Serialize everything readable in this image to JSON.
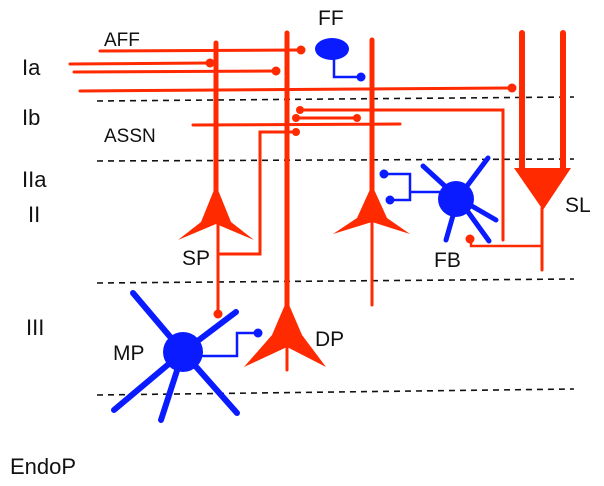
{
  "layers": {
    "ia": "Ia",
    "ib": "Ib",
    "iia": "IIa",
    "ii": "II",
    "iii": "III",
    "endop": "EndoP"
  },
  "fibers": {
    "aff": "AFF",
    "assn": "ASSN"
  },
  "cells": {
    "ff": "FF",
    "sp": "SP",
    "dp": "DP",
    "sl": "SL",
    "fb": "FB",
    "mp": "MP"
  },
  "colors": {
    "excitatory": "#ff2a00",
    "inhibitory": "#0a1cff",
    "boundary": "#111111"
  }
}
